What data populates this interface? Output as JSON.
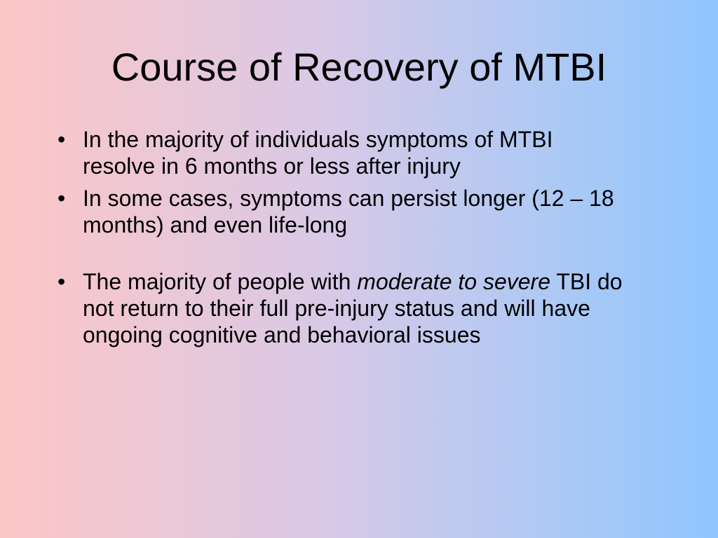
{
  "slide": {
    "title": "Course of Recovery of MTBI",
    "bullet_glyph": "•",
    "bullets": [
      {
        "text": "In the majority of individuals symptoms of MTBI resolve in 6 months or less after injury"
      },
      {
        "text": "In some cases, symptoms can persist longer (12 – 18 months) and even life-long"
      },
      {
        "pre": "The majority of people with ",
        "emphasis": "moderate to severe",
        "post": " TBI do not return to their full pre-injury status and will have ongoing cognitive and behavioral issues"
      }
    ]
  },
  "colors": {
    "gradient_left": "#fdc6c6",
    "gradient_right": "#8fc5ff",
    "text": "#000000"
  }
}
